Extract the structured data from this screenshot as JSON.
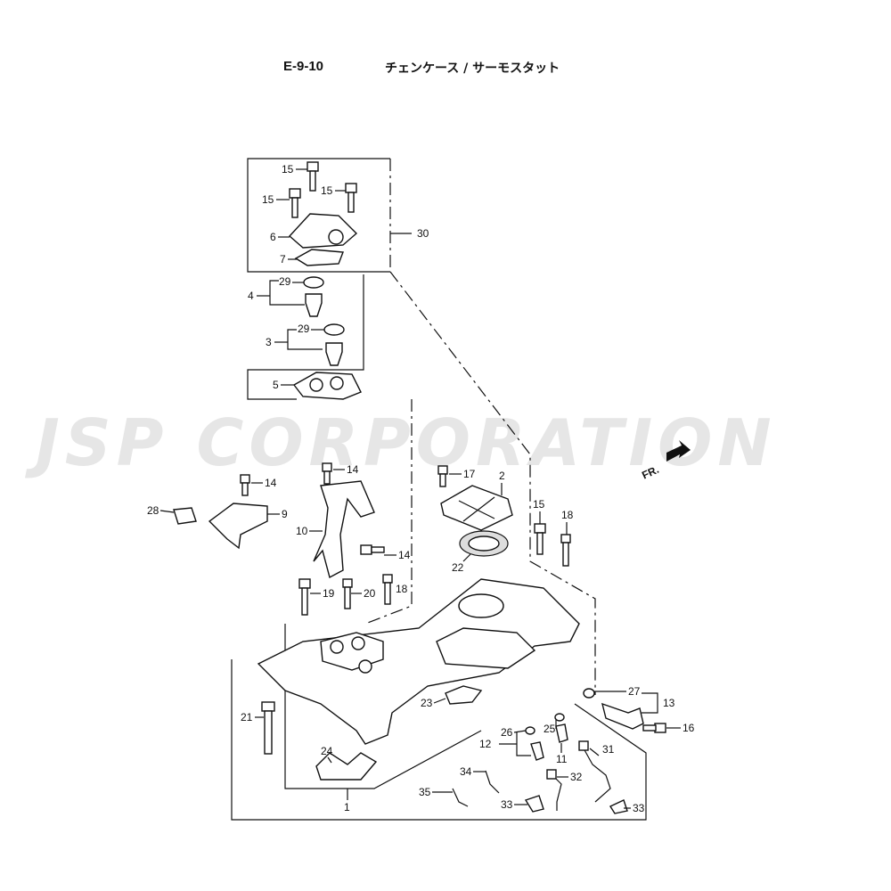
{
  "header": {
    "code": "E-9-10",
    "title": "チェンケース / サーモスタット"
  },
  "watermark": "JSP CORPORATION",
  "direction_label": "FR.",
  "callouts": [
    "15",
    "15",
    "15",
    "6",
    "7",
    "30",
    "4",
    "29",
    "3",
    "29",
    "5",
    "14",
    "14",
    "9",
    "28",
    "10",
    "14",
    "17",
    "2",
    "22",
    "15",
    "18",
    "19",
    "20",
    "18",
    "27",
    "13",
    "16",
    "21",
    "23",
    "26",
    "25",
    "12",
    "11",
    "31",
    "34",
    "32",
    "35",
    "33",
    "33",
    "24",
    "1"
  ]
}
